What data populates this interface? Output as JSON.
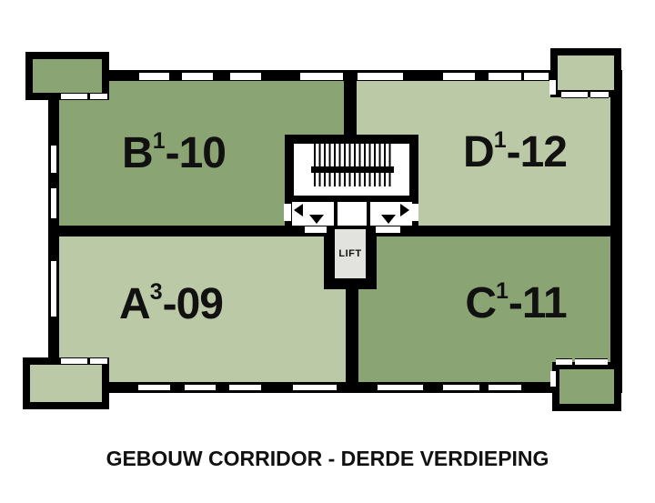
{
  "title": "GEBOUW CORRIDOR - DERDE VERDIEPING",
  "colors": {
    "background": "#ffffff",
    "wall": "#000000",
    "unit_dark": "#8ba474",
    "unit_light": "#bcc9a7",
    "lift": "#e2e3de",
    "text": "#111111"
  },
  "units": [
    {
      "id": "B1-10",
      "letter": "B",
      "superscript": "1",
      "suffix": "-10",
      "position": "top-left",
      "shade": "unit_dark"
    },
    {
      "id": "D1-12",
      "letter": "D",
      "superscript": "1",
      "suffix": "-12",
      "position": "top-right",
      "shade": "unit_light"
    },
    {
      "id": "A3-09",
      "letter": "A",
      "superscript": "3",
      "suffix": "-09",
      "position": "bottom-left",
      "shade": "unit_light"
    },
    {
      "id": "C1-11",
      "letter": "C",
      "superscript": "1",
      "suffix": "-11",
      "position": "bottom-right",
      "shade": "unit_dark"
    }
  ],
  "lift": {
    "label": "LIFT"
  }
}
